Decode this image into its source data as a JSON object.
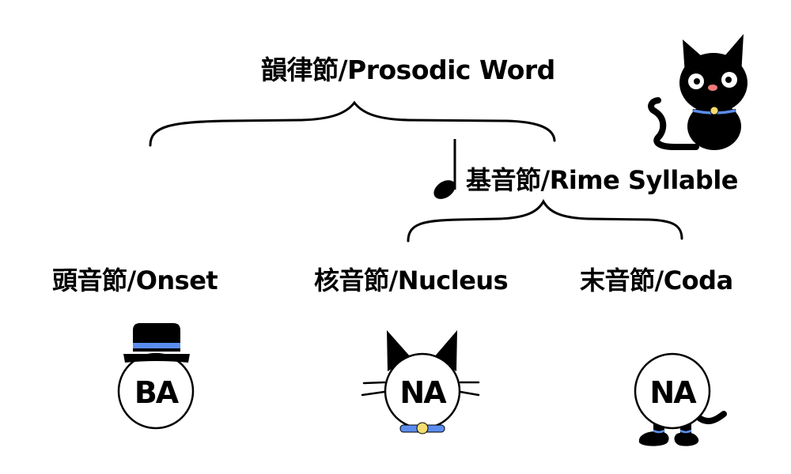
{
  "diagram": {
    "prosodic_word": "韻律節/Prosodic Word",
    "rime_syllable": "基音節/Rime Syllable",
    "onset": "頭音節/Onset",
    "nucleus": "核音節/Nucleus",
    "coda": "末音節/Coda",
    "nodes": {
      "onset_text": "BA",
      "nucleus_text": "NA",
      "coda_text": "NA"
    },
    "colors": {
      "ink": "#000000",
      "collar_blue": "#5b8def",
      "bell_yellow": "#f5dc6e",
      "nose_pink": "#f07a7a"
    }
  }
}
